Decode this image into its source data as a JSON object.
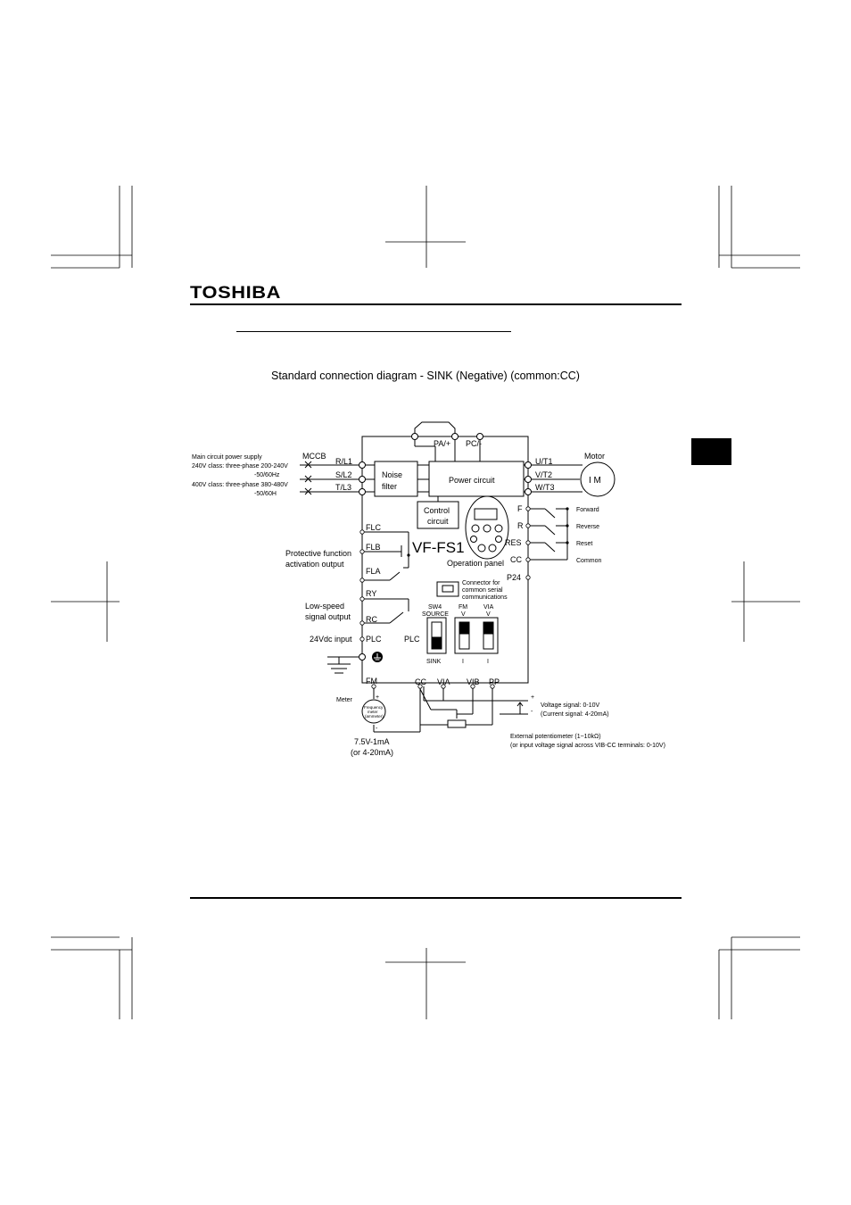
{
  "header": {
    "brand": "TOSHIBA"
  },
  "diagram": {
    "title": "Standard connection diagram - SINK (Negative) (common:CC)",
    "power_supply": {
      "heading": "Main circuit power supply",
      "line240": "240V class: three-phase 200-240V",
      "line240_freq": "-50/60Hz",
      "line400": "400V class: three-phase 380-480V",
      "line400_freq": "-50/60H"
    },
    "mccb": "MCCB",
    "input_terminals": [
      "R/L1",
      "S/L2",
      "T/L3"
    ],
    "output_terminals": [
      "U/T1",
      "V/T2",
      "W/T3"
    ],
    "dc_terminals": [
      "PA/+",
      "PC/-"
    ],
    "noise_filter": [
      "Noise",
      "filter"
    ],
    "power_circuit": "Power circuit",
    "motor": {
      "label": "Motor",
      "symbol": "I M"
    },
    "control_circuit": [
      "Control",
      "circuit"
    ],
    "model": "VF-FS1",
    "operation_panel": "Operation panel",
    "left_terminals": {
      "flc": "FLC",
      "flb": "FLB",
      "fla": "FLA",
      "ry": "RY",
      "rc": "RC",
      "plc": "PLC",
      "fm": "FM"
    },
    "protective_output": [
      "Protective function",
      "activation output"
    ],
    "low_speed_output": [
      "Low-speed",
      "signal output"
    ],
    "input_24v": "24Vdc input",
    "right_terminals": {
      "f": "F",
      "r": "R",
      "res": "RES",
      "cc": "CC",
      "p24": "P24"
    },
    "right_functions": [
      "Forward",
      "Reverse",
      "Reset",
      "Common"
    ],
    "connector": [
      "Connector for",
      "common serial",
      "communications"
    ],
    "sw4": {
      "label": "SW4",
      "top": "SOURCE",
      "bottom": "SINK",
      "side": "PLC"
    },
    "fm_switch": {
      "label": "FM",
      "top": "V",
      "bottom": "I"
    },
    "via_switch": {
      "label": "VIA",
      "top": "V",
      "bottom": "I"
    },
    "bottom_terminals": [
      "CC",
      "VIA",
      "VIB",
      "PP"
    ],
    "meter": {
      "label": "Meter",
      "inner": [
        "Frequency",
        "meter",
        "(ammeter)"
      ],
      "plus": "+",
      "minus": "-"
    },
    "meter_rating": [
      "7.5V-1mA",
      "(or 4-20mA)"
    ],
    "voltage_signal": [
      "Voltage signal: 0-10V",
      "(Current signal: 4-20mA)"
    ],
    "signal_polarity": {
      "plus": "+",
      "minus": "-"
    },
    "potentiometer": [
      "External potentiometer (1~10kΩ)",
      "(or input voltage signal across VIB-CC terminals: 0-10V)"
    ]
  }
}
